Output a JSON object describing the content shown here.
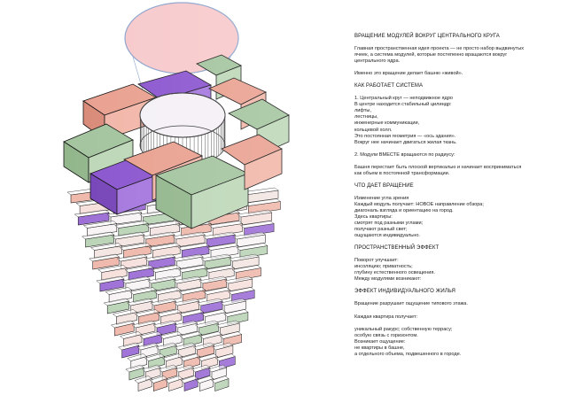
{
  "title": "ВРАЩЕНИЕ МОДУЛЕЙ ВОКРУГ ЦЕНТРАЛЬНОГО КРУГА",
  "blocks": [
    {
      "type": "p",
      "lines": [
        "Главная пространственная идея проекта — не просто набор выдвинутых",
        "ячеек, а система модулей, которые постепенно вращаются вокруг",
        "центрального ядра."
      ]
    },
    {
      "type": "p",
      "lines": [
        "Именно это вращение делает башню «живой»."
      ]
    },
    {
      "type": "h",
      "lines": [
        "КАК РАБОТАЕТ СИСТЕМА"
      ]
    },
    {
      "type": "p",
      "lines": [
        "1. Центральный круг — неподвижное ядро",
        "В центре находится стабильный цилиндр:",
        "лифты,",
        "лестницы,",
        "инженерные коммуникации,",
        "кольцевой холл.",
        "Это постоянная геометрия — «ось здания».",
        "Вокруг нее начинает двигаться жилая ткань."
      ]
    },
    {
      "type": "p",
      "lines": [
        "2. Модули ВМЕСТЕ вращаются по радиусу:"
      ]
    },
    {
      "type": "p",
      "lines": [
        "Башня перестает быть плоской вертикалью и начинает восприниматься",
        "как объем в постоянной трансформации."
      ]
    },
    {
      "type": "h",
      "lines": [
        "ЧТО ДАЕТ ВРАЩЕНИЕ"
      ]
    },
    {
      "type": "p",
      "lines": [
        "Изменение угла зрения",
        "Каждый модуль получает: НОВОЕ направление обзора;",
        "диагональ взгляда и ориентацию на город.",
        "Здесь квартиры:",
        "смотрят под разными углами;",
        "получают разный свет;",
        "ощущаются индивидуально."
      ]
    },
    {
      "type": "h",
      "lines": [
        "ПРОСТРАНСТВЕННЫЙ ЭФФЕКТ"
      ]
    },
    {
      "type": "p",
      "lines": [
        "Поворот улучшает:",
        "инсоляцию; приватность;",
        "глубину естественного освещения.",
        "Между модулями возникают:"
      ]
    },
    {
      "type": "h",
      "lines": [
        "ЭФФЕКТ ИНДИВИДУАЛЬНОГО ЖИЛЬЯ"
      ]
    },
    {
      "type": "p",
      "lines": [
        "Вращение разрушает ощущение типового этажа."
      ]
    },
    {
      "type": "p",
      "lines": [
        "Каждая квартира получает:"
      ]
    },
    {
      "type": "p",
      "lines": [
        "уникальный ракурс; собственную террасу;",
        "особую связь с горизонтом.",
        "Возникает ощущение:",
        "не квартиры в башне,",
        "а отдельного объема, подвешенного в городе."
      ]
    }
  ],
  "colors": {
    "ring": "#f7c9cb",
    "ring_stroke": "#8aa2cc",
    "module_salmon": "#e9a08f",
    "module_green": "#a3c49e",
    "module_purple": "#8b55cf",
    "core_stroke": "#333333",
    "edge": "#111111",
    "text": "#222222"
  }
}
